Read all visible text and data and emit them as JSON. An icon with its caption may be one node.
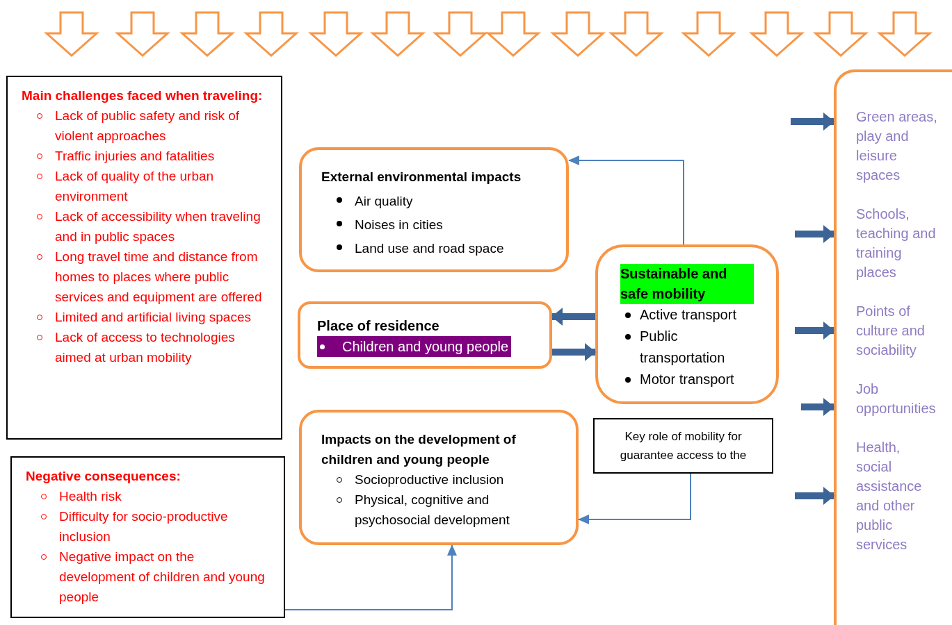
{
  "diagram": {
    "nodes": [
      {
        "text": [
          "Main challenges faced when traveling:",
          "Lack of public safety and risk of violent approaches",
          "Traffic injuries and fatalities",
          "Lack of quality of the urban environment",
          "Lack of accessibility when traveling and in public spaces",
          "Long travel time and distance from homes to places where public services and equipment are offered",
          "Limited and artificial living spaces",
          "Lack of access to technologies aimed at urban mobility"
        ]
      },
      {
        "text": [
          "Negative consequences:",
          "Health risk",
          "Difficulty for socio-productive inclusion",
          "Negative impact on the development of children and young people"
        ]
      },
      {
        "text": [
          "External environmental impacts",
          "Air quality",
          "Noises in cities",
          "Land use and road space"
        ]
      },
      {
        "text": [
          "Place of residence",
          "Children and young people"
        ]
      },
      {
        "text": [
          "Sustainable and safe mobility",
          "Active transport",
          "Public transportation",
          "Motor transport"
        ]
      },
      {
        "text": [
          "Key role of mobility for guarantee access to the"
        ]
      },
      {
        "text": [
          "Impacts on the development of children and young people",
          "Socioproductive inclusion",
          "Physical, cognitive and psychosocial development"
        ]
      },
      {
        "text": [
          "Green areas, play and leisure spaces",
          "Schools, teaching and training places",
          "Points of culture and sociability",
          "Job opportunities",
          "Health, social assistance and other public services"
        ]
      }
    ],
    "edges": [
      {
        "from": 4,
        "to": 2,
        "arrow": "to",
        "color": "#4f81bd"
      },
      {
        "from": 5,
        "to": 6,
        "arrow": "to",
        "color": "#4f81bd"
      },
      {
        "from": 1,
        "to": 6,
        "arrow": "to",
        "color": "#4f81bd"
      },
      {
        "from": 4,
        "to": 3,
        "arrow": "to"
      },
      {
        "from": 3,
        "to": 4,
        "arrow": "to"
      },
      {
        "from": null,
        "to": 7,
        "arrow": "to"
      },
      {
        "from": null,
        "to": 7,
        "arrow": "to"
      },
      {
        "from": null,
        "to": 7,
        "arrow": "to"
      },
      {
        "from": null,
        "to": 7,
        "arrow": "to"
      },
      {
        "from": null,
        "to": 7,
        "arrow": "to"
      }
    ]
  }
}
